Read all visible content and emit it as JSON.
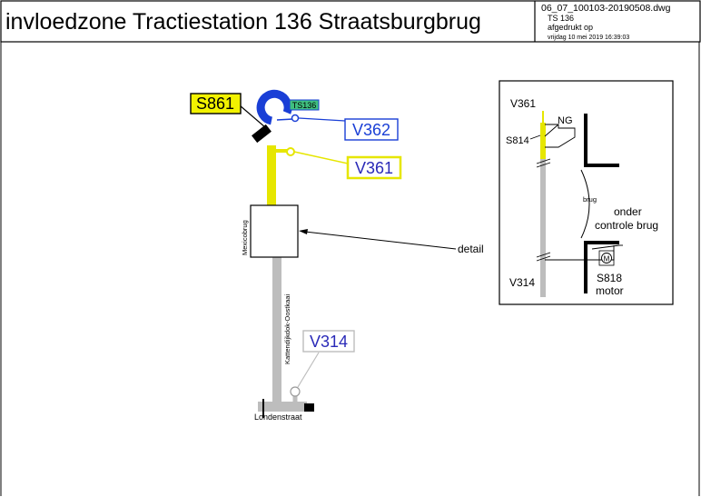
{
  "title": "invloedzone Tractiestation 136 Straatsburgbrug",
  "meta": {
    "filename": "06_07_100103-20190508.dwg",
    "station": "TS 136",
    "printed_label": "afgedrukt op",
    "printed_date": "vrijdag 10 mei 2019 16:39:03"
  },
  "labels": {
    "s861": "S861",
    "ts136": "TS136",
    "v362": "V362",
    "v361": "V361",
    "v314": "V314",
    "mexicobrug": "Mexicobrug",
    "kattendijkdok": "Kattendijkdok-Oostkaai",
    "londenstraat": "Londenstraat",
    "detail": "detail"
  },
  "inset": {
    "v361": "V361",
    "v314": "V314",
    "ng": "NG",
    "s814": "S814",
    "brug": "brug",
    "onder": "onder",
    "controle_brug": "controle brug",
    "s818": "S818",
    "motor": "motor",
    "motor_symbol": "M"
  },
  "colors": {
    "yellow": "#e6e600",
    "label_yellow": "#f2f200",
    "blue": "#1a3fd6",
    "grey": "#bdbdbd",
    "ts_green": "#3fbf7f",
    "v314_text": "#2a2ab8",
    "v361_text": "#2a2ab8"
  }
}
